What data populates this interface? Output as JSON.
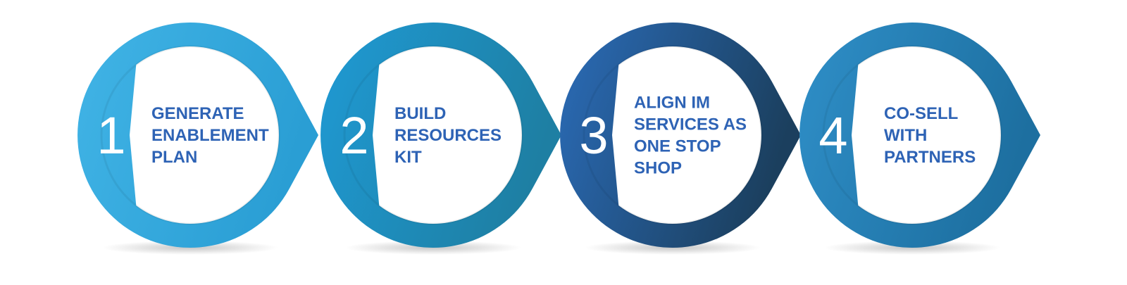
{
  "steps": [
    {
      "number": "1",
      "label_lines": [
        "GENERATE",
        "ENABLEMENT",
        "PLAN"
      ],
      "color_light": "#41b4e6",
      "color_dark": "#2a9ed4"
    },
    {
      "number": "2",
      "label_lines": [
        "BUILD",
        "RESOURCES",
        "KIT"
      ],
      "color_light": "#1f9ad4",
      "color_dark": "#1e7fa3"
    },
    {
      "number": "3",
      "label_lines": [
        "ALIGN IM",
        "SERVICES AS",
        "ONE STOP",
        "SHOP"
      ],
      "color_light": "#2b6cb8",
      "color_dark": "#1b3f5e"
    },
    {
      "number": "4",
      "label_lines": [
        "CO-SELL",
        "WITH",
        "PARTNERS"
      ],
      "color_light": "#2f8fc8",
      "color_dark": "#1d6fa0"
    }
  ],
  "colors": {
    "label_text": "#2e63b5",
    "number_text": "#ffffff"
  }
}
